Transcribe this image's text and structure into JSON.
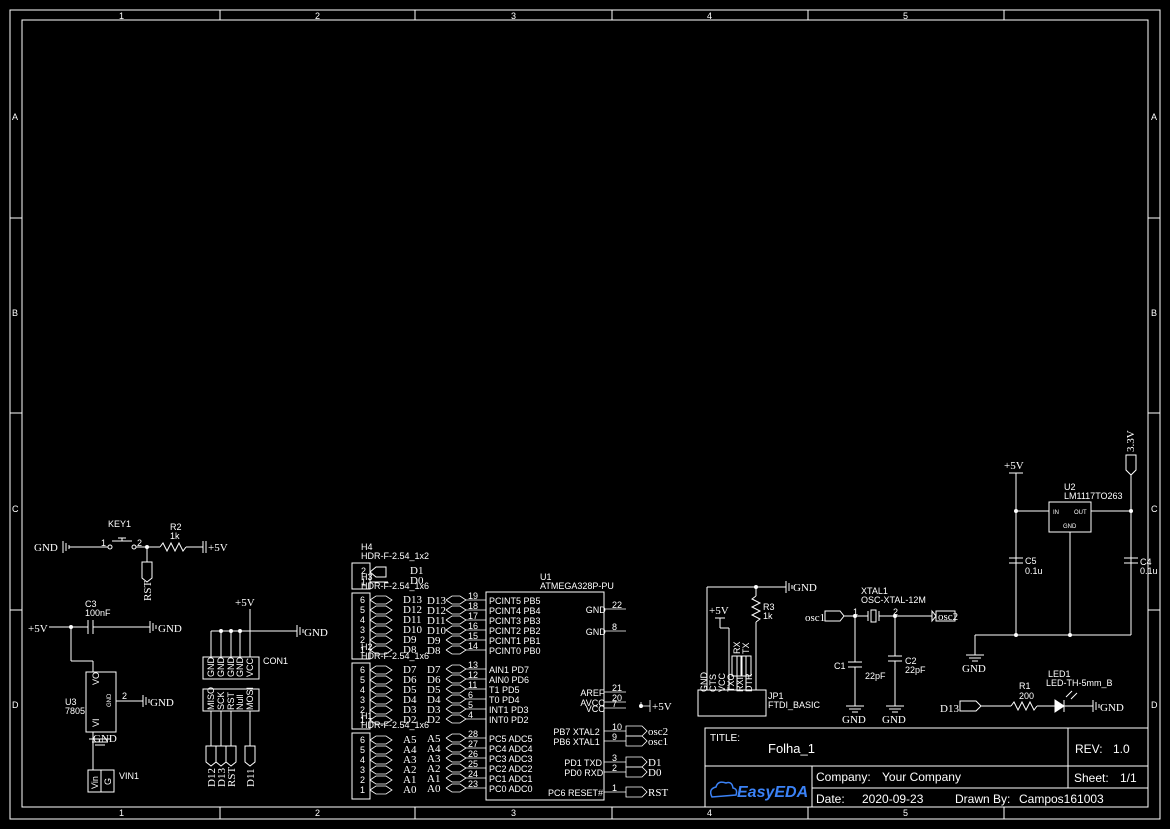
{
  "frame": {
    "cols": [
      "1",
      "2",
      "3",
      "4",
      "5"
    ],
    "rows": [
      "A",
      "B",
      "C",
      "D"
    ]
  },
  "title_block": {
    "title_label": "TITLE:",
    "title": "Folha_1",
    "rev_label": "REV:",
    "rev": "1.0",
    "company_label": "Company:",
    "company": "Your Company",
    "sheet_label": "Sheet:",
    "sheet": "1/1",
    "date_label": "Date:",
    "date": "2020-09-23",
    "drawn_label": "Drawn By:",
    "drawn": "Campos161003",
    "logo": "EasyEDA"
  },
  "power": {
    "gnd": "GND",
    "vcc5": "+5V",
    "v33": "3.3V"
  },
  "key1": {
    "ref": "KEY1",
    "pin1": "1",
    "pin2": "2",
    "net": "RST"
  },
  "r2": {
    "ref": "R2",
    "value": "1k"
  },
  "c3": {
    "ref": "C3",
    "value": "100nF"
  },
  "u3": {
    "ref": "U3",
    "value": "7805",
    "vo": "VO",
    "vi": "VI",
    "gnd": "GND",
    "pin2": "2"
  },
  "vin1": {
    "ref": "VIN1",
    "vin": "Vin",
    "g": "G"
  },
  "con1": {
    "ref": "CON1",
    "pins_top": [
      "GND",
      "GND",
      "GND",
      "GND",
      "VCC"
    ],
    "pins_bottom": [
      "MISO",
      "SCK",
      "RST",
      "Null",
      "MOSI"
    ],
    "nets": [
      "D12",
      "D13",
      "RST",
      "D11"
    ]
  },
  "h4": {
    "ref": "H4",
    "value": "HDR-F-2.54_1x2",
    "pins": [
      "2",
      "1"
    ],
    "nets": [
      "D1",
      "D0"
    ]
  },
  "h3": {
    "ref": "H3",
    "value": "HDR-F-2.54_1x6",
    "pins": [
      "6",
      "5",
      "4",
      "3",
      "2",
      "1"
    ],
    "nets": [
      "D13",
      "D12",
      "D11",
      "D10",
      "D9",
      "D8"
    ]
  },
  "h2": {
    "ref": "H2",
    "value": "HDR-F-2.54_1x6",
    "pins": [
      "6",
      "5",
      "4",
      "3",
      "2",
      "1"
    ],
    "nets": [
      "D7",
      "D6",
      "D5",
      "D4",
      "D3",
      "D2"
    ]
  },
  "h1": {
    "ref": "H1",
    "value": "HDR-F-2.54_1x6",
    "pins": [
      "6",
      "5",
      "4",
      "3",
      "2",
      "1"
    ],
    "nets": [
      "A5",
      "A4",
      "A3",
      "A2",
      "A1",
      "A0"
    ]
  },
  "u1": {
    "ref": "U1",
    "value": "ATMEGA328P-PU",
    "left_b": [
      {
        "net": "D13",
        "pin": "19",
        "name": "PCINT5 PB5"
      },
      {
        "net": "D12",
        "pin": "18",
        "name": "PCINT4 PB4"
      },
      {
        "net": "D11",
        "pin": "17",
        "name": "PCINT3 PB3"
      },
      {
        "net": "D10",
        "pin": "16",
        "name": "PCINT2 PB2"
      },
      {
        "net": "D9",
        "pin": "15",
        "name": "PCINT1 PB1"
      },
      {
        "net": "D8",
        "pin": "14",
        "name": "PCINT0 PB0"
      }
    ],
    "left_d": [
      {
        "net": "D7",
        "pin": "13",
        "name": "AIN1 PD7"
      },
      {
        "net": "D6",
        "pin": "12",
        "name": "AIN0 PD6"
      },
      {
        "net": "D5",
        "pin": "11",
        "name": "T1 PD5"
      },
      {
        "net": "D4",
        "pin": "6",
        "name": "T0 PD4"
      },
      {
        "net": "D3",
        "pin": "5",
        "name": "INT1 PD3"
      },
      {
        "net": "D2",
        "pin": "4",
        "name": "INT0 PD2"
      }
    ],
    "left_c": [
      {
        "net": "A5",
        "pin": "28",
        "name": "PC5 ADC5"
      },
      {
        "net": "A4",
        "pin": "27",
        "name": "PC4 ADC4"
      },
      {
        "net": "A3",
        "pin": "26",
        "name": "PC3 ADC3"
      },
      {
        "net": "A2",
        "pin": "25",
        "name": "PC2 ADC2"
      },
      {
        "net": "A1",
        "pin": "24",
        "name": "PC1 ADC1"
      },
      {
        "net": "A0",
        "pin": "23",
        "name": "PC0 ADC0"
      }
    ],
    "right": [
      {
        "name": "GND",
        "pin": "22"
      },
      {
        "name": "GND",
        "pin": "8"
      },
      {
        "name": "AREF",
        "pin": "21"
      },
      {
        "name": "AVCC",
        "pin": "20"
      },
      {
        "name": "VCC",
        "pin": "7"
      },
      {
        "name": "PB7 XTAL2",
        "pin": "10",
        "net": "osc2"
      },
      {
        "name": "PB6 XTAL1",
        "pin": "9",
        "net": "osc1"
      },
      {
        "name": "PD1 TXD",
        "pin": "3",
        "net": "D1"
      },
      {
        "name": "PD0 RXD",
        "pin": "2",
        "net": "D0"
      },
      {
        "name": "PC6 RESET#",
        "pin": "1",
        "net": "RST"
      }
    ]
  },
  "r3": {
    "ref": "R3",
    "value": "1k"
  },
  "jp1": {
    "ref": "JP1",
    "value": "FTDI_BASIC",
    "pins": [
      "GND",
      "CTS",
      "VCC",
      "TXO",
      "RXI",
      "DTR"
    ],
    "nets": [
      "RX",
      "TX"
    ]
  },
  "xtal1": {
    "ref": "XTAL1",
    "value": "OSC-XTAL-12M",
    "pin1": "1",
    "pin2": "2",
    "osc1": "osc1",
    "osc2": "osc2"
  },
  "c1": {
    "ref": "C1",
    "value": "22pF"
  },
  "c2": {
    "ref": "C2",
    "value": "22pF"
  },
  "u2": {
    "ref": "U2",
    "value": "LM1117TO263",
    "in": "IN",
    "out": "OUT",
    "gnd": "GND"
  },
  "c5": {
    "ref": "C5",
    "value": "0.1u"
  },
  "c4": {
    "ref": "C4",
    "value": "0.1u"
  },
  "r1": {
    "ref": "R1",
    "value": "200"
  },
  "led1": {
    "ref": "LED1",
    "value": "LED-TH-5mm_B",
    "net": "D13"
  }
}
